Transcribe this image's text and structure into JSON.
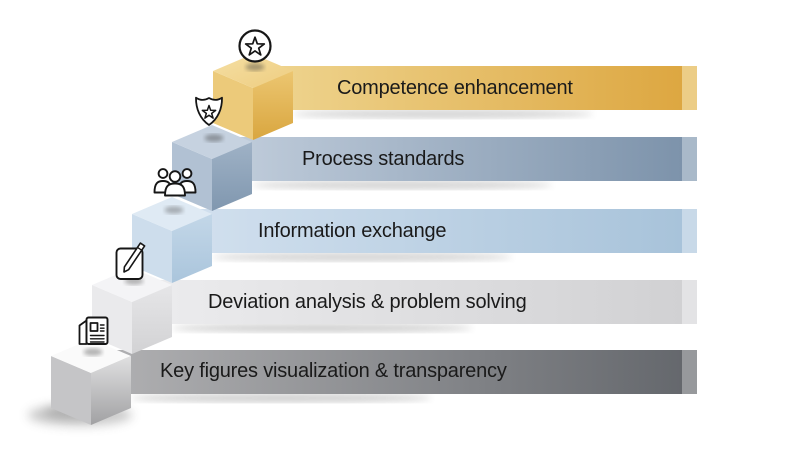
{
  "background": "#ffffff",
  "text_color": "#1a1a1a",
  "steps": [
    {
      "label": "Competence enhancement",
      "icon": "star-circle-icon",
      "colors": {
        "bar_from": "#efd692",
        "bar_to": "#dda741",
        "bar_cap": "#eccd86",
        "cube_top": "#f2d894",
        "cube_left": "#ecca7a",
        "cube_right_from": "#ecc671",
        "cube_right_to": "#d9a63f"
      }
    },
    {
      "label": "Process standards",
      "icon": "shield-star-icon",
      "colors": {
        "bar_from": "#c3cfdd",
        "bar_to": "#7d93ab",
        "bar_cap": "#a9b9c9",
        "cube_top": "#c6d2e0",
        "cube_left": "#b1c1d3",
        "cube_right_from": "#9fb2c6",
        "cube_right_to": "#8097af"
      }
    },
    {
      "label": "Information exchange",
      "icon": "people-group-icon",
      "colors": {
        "bar_from": "#d3e1ef",
        "bar_to": "#a8c3da",
        "bar_cap": "#c8d9e8",
        "cube_top": "#dfeaf4",
        "cube_left": "#cdddec",
        "cube_right_from": "#c3d7e8",
        "cube_right_to": "#aac5dc"
      }
    },
    {
      "label": "Deviation analysis & problem solving",
      "icon": "pencil-edit-icon",
      "colors": {
        "bar_from": "#ededef",
        "bar_to": "#d1d1d3",
        "bar_cap": "#e3e3e5",
        "cube_top": "#f4f4f6",
        "cube_left": "#eaeaec",
        "cube_right_from": "#e6e6e8",
        "cube_right_to": "#d2d2d4"
      }
    },
    {
      "label": "Key figures visualization & transparency",
      "icon": "newspaper-icon",
      "colors": {
        "bar_from": "#b2b2b4",
        "bar_to": "#65686d",
        "bar_cap": "#97999c",
        "cube_top": "#fafafa",
        "cube_left": "#c5c5c7",
        "cube_right_from": "#e0e0e1",
        "cube_right_to": "#a1a1a3"
      }
    }
  ]
}
